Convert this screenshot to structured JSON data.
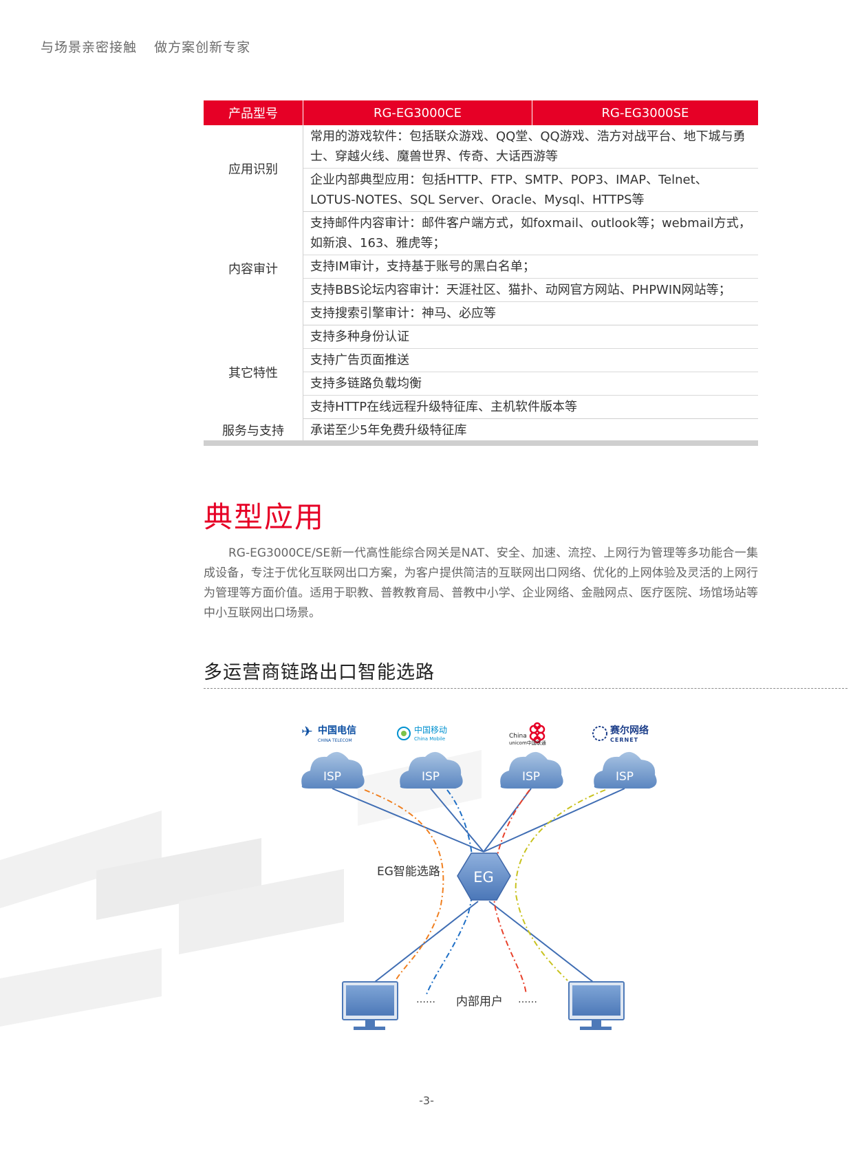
{
  "header": {
    "slogan_1": "与场景亲密接触",
    "slogan_2": "做方案创新专家"
  },
  "spec_table": {
    "header": {
      "model_label": "产品型号",
      "model_ce": "RG-EG3000CE",
      "model_se": "RG-EG3000SE"
    },
    "groups": [
      {
        "category": "应用识别",
        "rows": [
          "常用的游戏软件：包括联众游戏、QQ堂、QQ游戏、浩方对战平台、地下城与勇士、穿越火线、魔兽世界、传奇、大话西游等",
          "企业内部典型应用：包括HTTP、FTP、SMTP、POP3、IMAP、Telnet、LOTUS-NOTES、SQL Server、Oracle、Mysql、HTTPS等"
        ]
      },
      {
        "category": "内容审计",
        "rows": [
          "支持邮件内容审计：邮件客户端方式，如foxmail、outlook等；webmail方式，如新浪、163、雅虎等；",
          "支持IM审计，支持基于账号的黑白名单；",
          "支持BBS论坛内容审计：天涯社区、猫扑、动网官方网站、PHPWIN网站等；",
          "支持搜索引擎审计：神马、必应等"
        ]
      },
      {
        "category": "其它特性",
        "rows": [
          "支持多种身份认证",
          "支持广告页面推送",
          "支持多链路负载均衡",
          "支持HTTP在线远程升级特征库、主机软件版本等"
        ]
      },
      {
        "category": "服务与支持",
        "rows": [
          "承诺至少5年免费升级特征库"
        ]
      }
    ]
  },
  "section": {
    "title": "典型应用",
    "intro": "RG-EG3000CE/SE新一代高性能综合网关是NAT、安全、加速、流控、上网行为管理等多功能合一集成设备，专注于优化互联网出口方案，为客户提供简洁的互联网出口网络、优化的上网体验及灵活的上网行为管理等方面价值。适用于职教、普教教育局、普教中小学、企业网络、金融网点、医疗医院、场馆场站等中小互联网出口场景。",
    "subtitle": "多运营商链路出口智能选路"
  },
  "diagram": {
    "isp_label": "ISP",
    "carriers": [
      {
        "name": "中国电信",
        "sub": "CHINA TELECOM",
        "color": "#0b4ea2"
      },
      {
        "name": "中国移动",
        "sub": "China Mobile",
        "color": "#0091d0"
      },
      {
        "name": "China",
        "sub": "unicom中国联通",
        "color": "#e60026"
      },
      {
        "name": "赛尔网络",
        "sub": "CERNET",
        "color": "#1d3f8a"
      }
    ],
    "eg_label": "EG",
    "eg_caption": "EG智能选路",
    "users_label": "内部用户",
    "dots": "……",
    "link_colors": {
      "line": "#3f6db3",
      "orange": "#f07f1f",
      "blue": "#1e6fc6",
      "red": "#e8402a",
      "yellow": "#c8c21e"
    }
  },
  "footer": {
    "page_number": "-3-"
  }
}
